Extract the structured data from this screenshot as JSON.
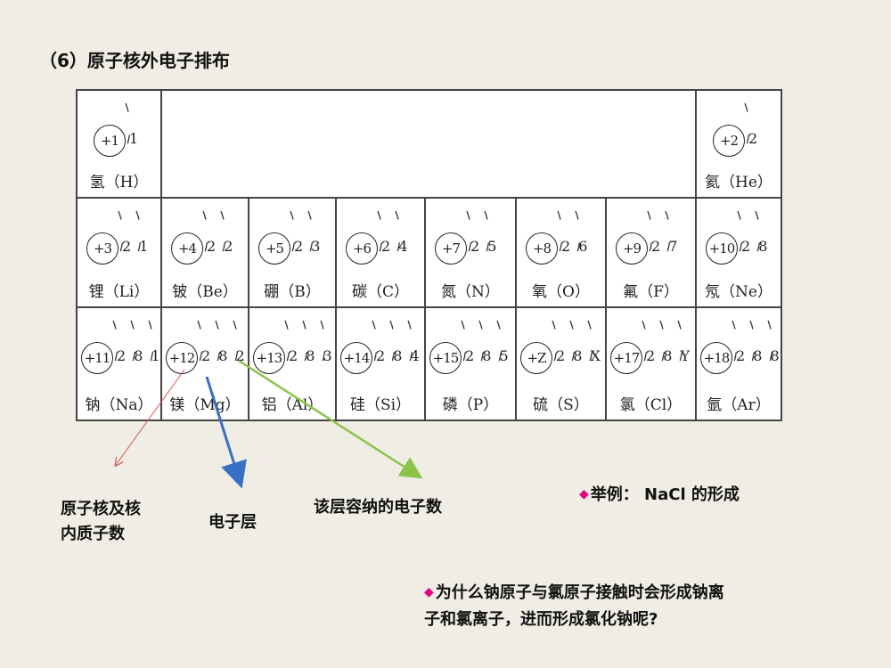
{
  "title": "（6）原子核外电子排布",
  "elements": [
    {
      "nucleus": "+1",
      "shells": "1",
      "name": "氢（H）"
    },
    {
      "nucleus": "+2",
      "shells": "2",
      "name": "氦（He）"
    },
    {
      "nucleus": "+3",
      "shells": "2 1",
      "name": "锂（Li）"
    },
    {
      "nucleus": "+4",
      "shells": "2 2",
      "name": "铍（Be）"
    },
    {
      "nucleus": "+5",
      "shells": "2 3",
      "name": "硼（B）"
    },
    {
      "nucleus": "+6",
      "shells": "2 4",
      "name": "碳（C）"
    },
    {
      "nucleus": "+7",
      "shells": "2 5",
      "name": "氮（N）"
    },
    {
      "nucleus": "+8",
      "shells": "2 6",
      "name": "氧（O）"
    },
    {
      "nucleus": "+9",
      "shells": "2 7",
      "name": "氟（F）"
    },
    {
      "nucleus": "+10",
      "shells": "2 8",
      "name": "氖（Ne）"
    },
    {
      "nucleus": "+11",
      "shells": "2 8 1",
      "name": "钠（Na）"
    },
    {
      "nucleus": "+12",
      "shells": "2 8 2",
      "name": "镁（Mg）"
    },
    {
      "nucleus": "+13",
      "shells": "2 8 3",
      "name": "铝（Al）"
    },
    {
      "nucleus": "+14",
      "shells": "2 8 4",
      "name": "硅（Si）"
    },
    {
      "nucleus": "+15",
      "shells": "2 8 5",
      "name": "磷（P）"
    },
    {
      "nucleus": "+Z",
      "shells": "2 8 X",
      "name": "硫（S）"
    },
    {
      "nucleus": "+17",
      "shells": "2 8 Y",
      "name": "氯（Cl）"
    },
    {
      "nucleus": "+18",
      "shells": "2 8 8",
      "name": "氩（Ar）"
    }
  ],
  "annotations": {
    "nucleus_label": "原子核及核\n内质子数",
    "shell_label": "电子层",
    "count_label": "该层容纳的电子数"
  },
  "bullets": {
    "example": "举例： NaCl 的形成",
    "question": "为什么钠原子与氯原子接触时会形成钠离\n子和氯离子，进而形成氯化钠呢?"
  },
  "colors": {
    "background": "#efede4",
    "bullet": "#e4007f",
    "arrow_nucleus": "#d9534f",
    "arrow_shell": "#3a6fc4",
    "arrow_count": "#8bc34a"
  }
}
